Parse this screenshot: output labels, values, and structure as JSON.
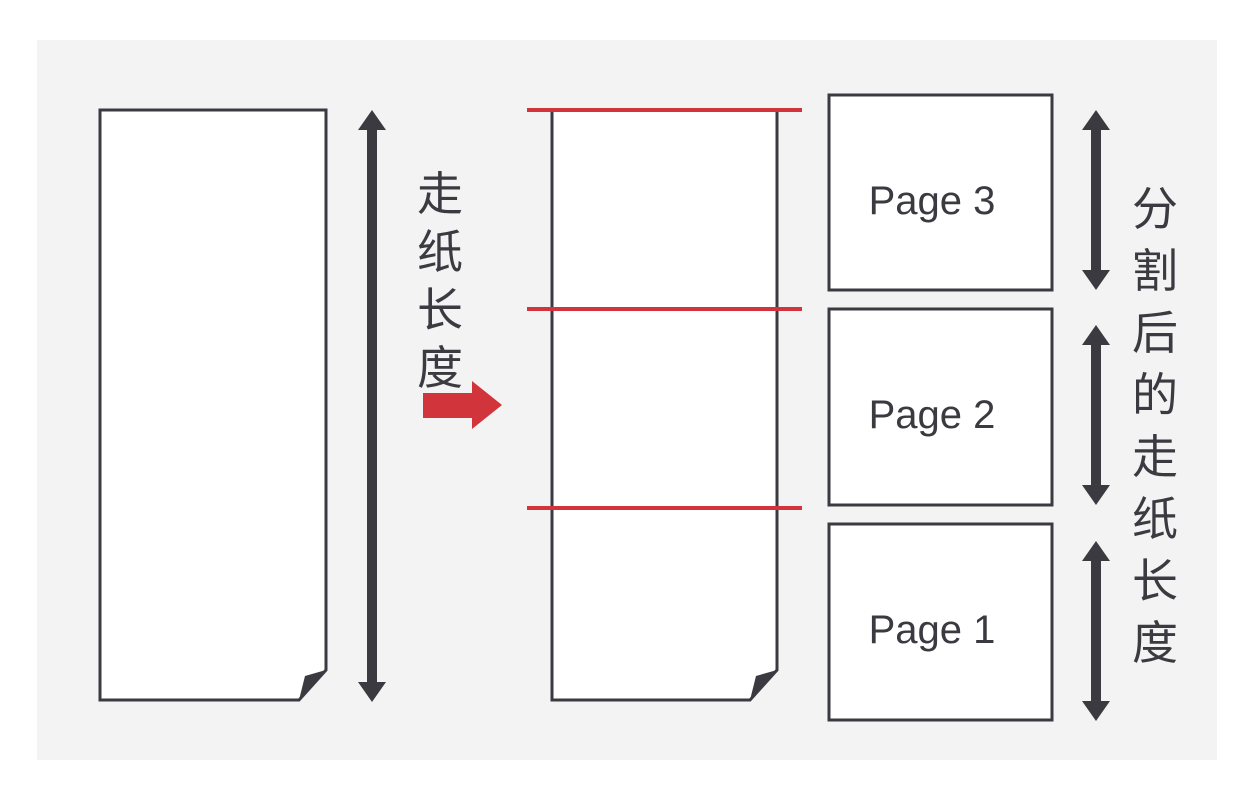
{
  "left_label": [
    "走",
    "纸",
    "长",
    "度"
  ],
  "right_label": [
    "分",
    "割",
    "后",
    "的",
    "走",
    "纸",
    "长",
    "度"
  ],
  "pages": [
    "Page 3",
    "Page 2",
    "Page 1"
  ],
  "colors": {
    "background": "#f3f3f3",
    "ink": "#3b3a40",
    "accent": "#d1343a"
  }
}
